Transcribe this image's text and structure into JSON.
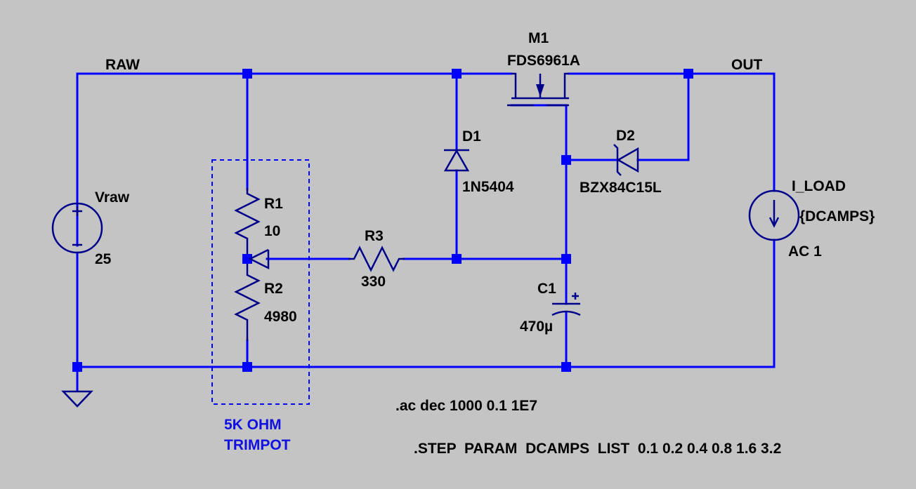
{
  "nets": {
    "raw": "RAW",
    "out": "OUT"
  },
  "components": {
    "vraw": {
      "name": "Vraw",
      "value": "25"
    },
    "r1": {
      "name": "R1",
      "value": "10"
    },
    "r2": {
      "name": "R2",
      "value": "4980"
    },
    "r3": {
      "name": "R3",
      "value": "330"
    },
    "d1": {
      "name": "D1",
      "value": "1N5404"
    },
    "d2": {
      "name": "D2",
      "value": "BZX84C15L"
    },
    "m1": {
      "name": "M1",
      "value": "FDS6961A"
    },
    "c1": {
      "name": "C1",
      "value": "470µ"
    },
    "iload": {
      "name": "I_LOAD",
      "value": "{DCAMPS}",
      "ac": "AC 1"
    }
  },
  "annotations": {
    "trimpot_line1": "5K OHM",
    "trimpot_line2": "TRIMPOT"
  },
  "directives": {
    "ac": ".ac dec 1000 0.1 1E7",
    "step": ".STEP  PARAM  DCAMPS  LIST  0.1 0.2 0.4 0.8 1.6 3.2"
  },
  "colors": {
    "background": "#c4c4c4",
    "wire": "#0000ff",
    "component": "#00008b",
    "text": "#000000",
    "annotation": "#1010e0"
  }
}
